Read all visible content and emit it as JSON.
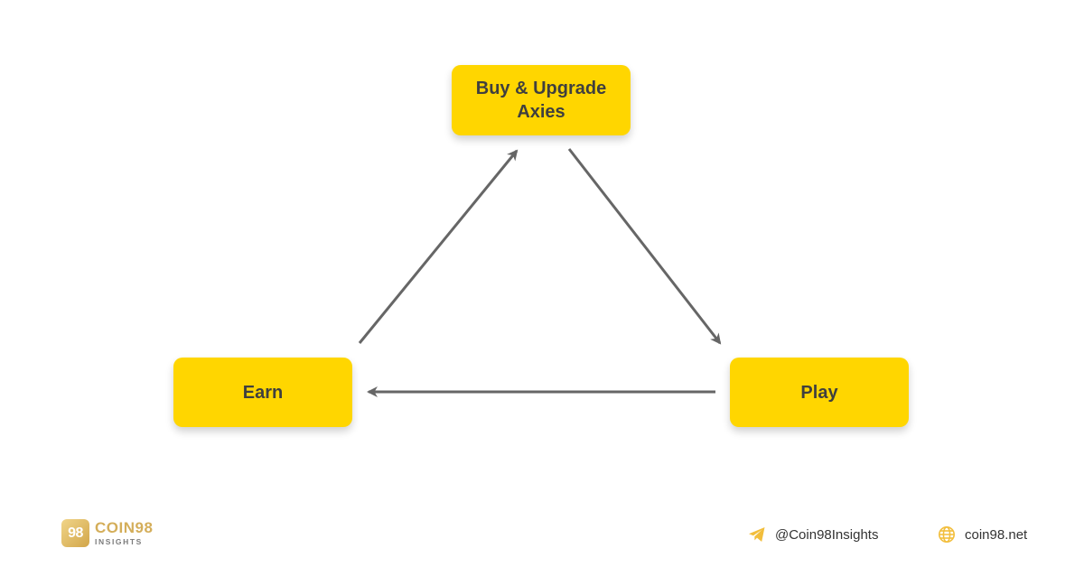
{
  "diagram": {
    "nodes": {
      "buy": "Buy & Upgrade\nAxies",
      "earn": "Earn",
      "play": "Play"
    },
    "edges": [
      {
        "from": "buy",
        "to": "play"
      },
      {
        "from": "play",
        "to": "earn"
      },
      {
        "from": "earn",
        "to": "buy"
      }
    ]
  },
  "footer": {
    "brand_badge": "98",
    "brand_name": "COIN98",
    "brand_sub": "INSIGHTS",
    "telegram_handle": "@Coin98Insights",
    "website": "coin98.net"
  },
  "colors": {
    "node_fill": "#FFD600",
    "node_text": "#3f3f3f",
    "arrow": "#666666",
    "brand_gold": "#D4AE5A",
    "telegram_icon": "#F2BE3C",
    "globe_icon": "#F2BE3C"
  },
  "icons": [
    "telegram-icon",
    "globe-icon"
  ]
}
